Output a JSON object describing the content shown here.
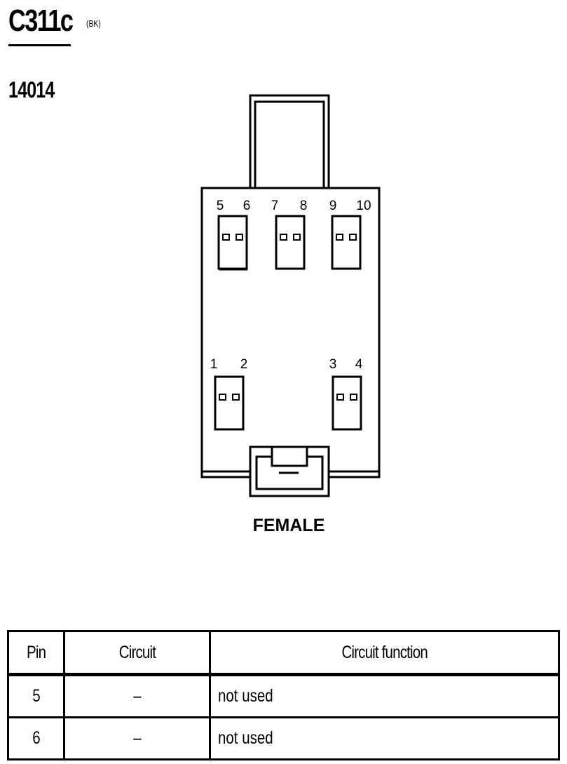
{
  "header": {
    "connector_id": "C311c",
    "color_code": "(BK)",
    "part_number": "14014"
  },
  "diagram": {
    "pin_labels": [
      "5",
      "6",
      "7",
      "8",
      "9",
      "10",
      "1",
      "2",
      "3",
      "4"
    ],
    "gender_label": "FEMALE"
  },
  "table": {
    "headers": [
      "Pin",
      "Circuit",
      "Circuit function"
    ],
    "rows": [
      {
        "pin": "5",
        "circuit": "–",
        "function": "not used"
      },
      {
        "pin": "6",
        "circuit": "–",
        "function": "not used"
      }
    ]
  }
}
